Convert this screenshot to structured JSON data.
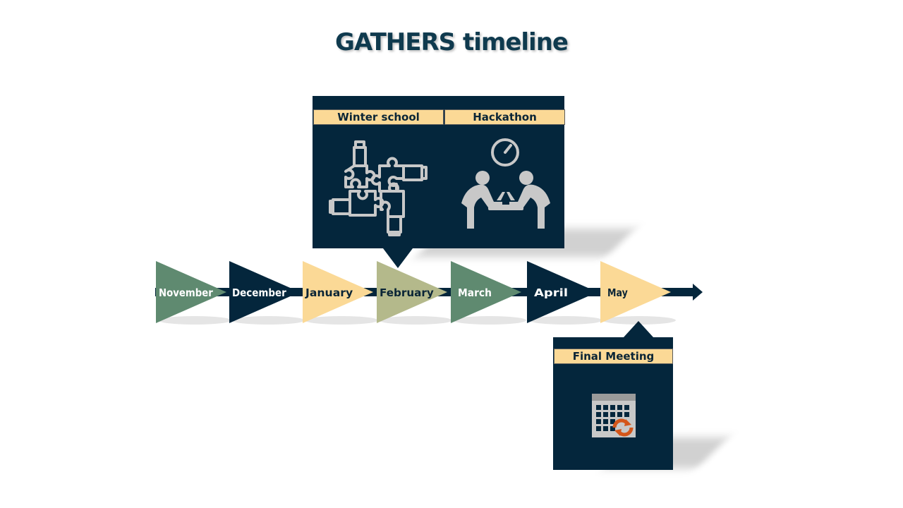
{
  "title": "GATHERS timeline",
  "months": [
    {
      "label": "November",
      "fill": "#5f8a70",
      "text": "#ffffff"
    },
    {
      "label": "December",
      "fill": "#04263c",
      "text": "#ffffff"
    },
    {
      "label": "January",
      "fill": "#fbd996",
      "text": "#0a2536"
    },
    {
      "label": "February",
      "fill": "#b4b98b",
      "text": "#0a2536"
    },
    {
      "label": "March",
      "fill": "#5f8a70",
      "text": "#ffffff"
    },
    {
      "label": "April",
      "fill": "#04263c",
      "text": "#ffffff"
    },
    {
      "label": "May",
      "fill": "#fbd996",
      "text": "#0a2536"
    }
  ],
  "events": {
    "winter_school": {
      "label": "Winter school",
      "icon": "puzzle-hands-icon"
    },
    "hackathon": {
      "label": "Hackathon",
      "icon": "meeting-clock-icon"
    },
    "final_meeting": {
      "label": "Final Meeting",
      "icon": "calendar-sync-icon"
    }
  },
  "colors": {
    "dark_navy": "#04263c",
    "band_yellow": "#fbd996",
    "icon_gray": "#c8c8c8",
    "sync_orange": "#d4561a"
  }
}
